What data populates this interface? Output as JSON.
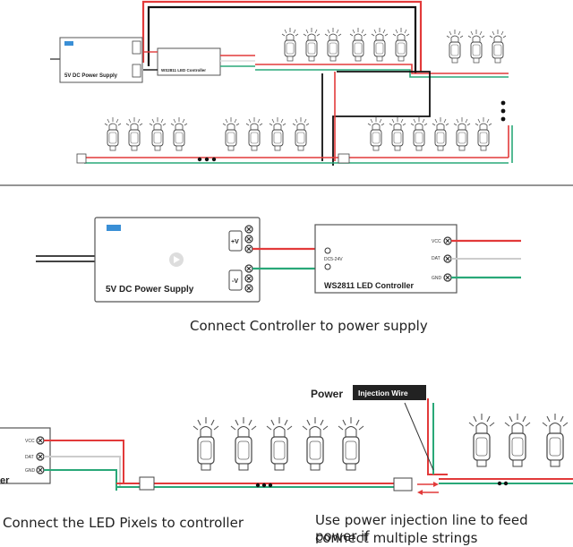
{
  "top_diagram": {
    "power_supply_label": "5V DC Power Supply",
    "controller_label": "WS2811 LED Controller"
  },
  "middle_diagram": {
    "power_supply_label": "5V DC Power Supply",
    "plus_v": "+V",
    "minus_v": "-V",
    "controller_label": "WS2811 LED Controller",
    "dc_input": "DC5-24V",
    "vcc": "VCC",
    "dat": "DAT",
    "gnd": "GND",
    "caption": "Connect Controller to power supply"
  },
  "bottom_diagram": {
    "vcc": "VCC",
    "dat": "DAT",
    "gnd": "GND",
    "controller_partial": "er",
    "power_label": "Power",
    "injection_badge": "Injection Wire",
    "caption_left": "Connect the LED Pixels to controller",
    "caption_right_line1": "Use power injection line to feed power if",
    "caption_right_line2": "connect multiple strings"
  },
  "colors": {
    "red_wire": "#e23a3a",
    "green_wire": "#29a878",
    "black_wire": "#111111",
    "badge_bg": "#222222",
    "divider": "#555555"
  }
}
